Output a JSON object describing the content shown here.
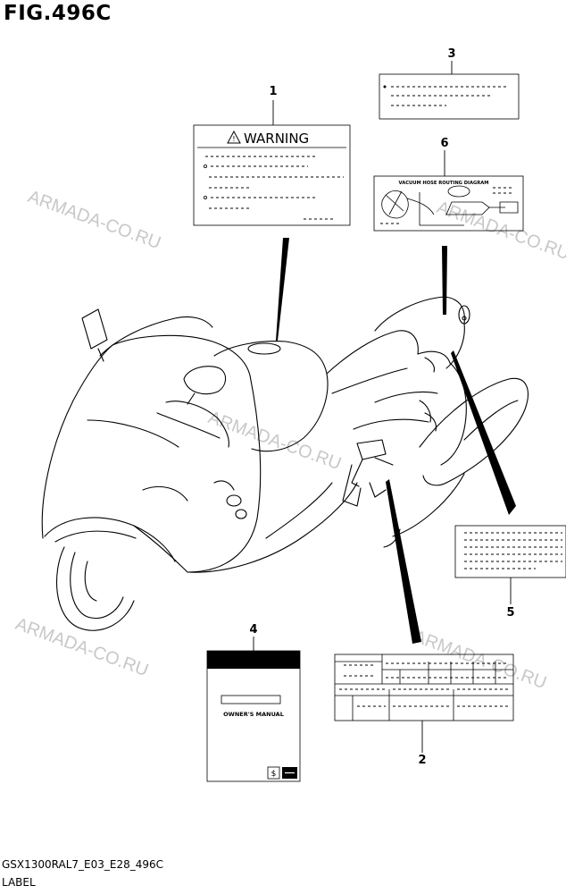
{
  "figure": {
    "title": "FIG.496C",
    "code": "GSX1300RAL7_E03_E28_496C",
    "name": "LABEL"
  },
  "watermark": "ARMADA-CO.RU",
  "callouts": [
    "1",
    "2",
    "3",
    "4",
    "5",
    "6"
  ],
  "labels": {
    "warning_title": "WARNING",
    "vacuum_title": "VACUUM HOSE ROUTING DIAGRAM",
    "manual_title": "OWNER'S MANUAL"
  },
  "colors": {
    "line": "#000000",
    "watermark": "#c8c8c8",
    "background": "#ffffff"
  }
}
